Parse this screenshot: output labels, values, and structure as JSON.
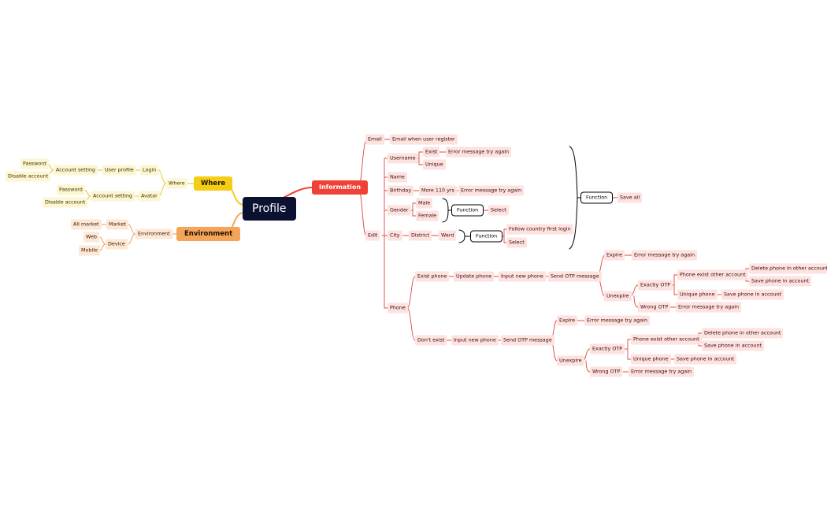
{
  "root": "Profile",
  "branches": {
    "information": "Information",
    "where": "Where",
    "environment": "Environment"
  },
  "information": {
    "email": "Email",
    "email_desc": "Email when user register",
    "edit": "Edit",
    "username": "Username",
    "exist": "Exist",
    "exist_error": "Error message try again",
    "unique": "Unique",
    "name": "Name",
    "birthday": "Birthday",
    "more_110": "More 110 yrs",
    "birthday_error": "Error message try again",
    "gender": "Gender",
    "male": "Male",
    "female": "Female",
    "gender_function": "Function",
    "gender_select": "Select",
    "city": "City",
    "district": "District",
    "ward": "Ward",
    "city_function": "Function",
    "follow_country": "Follow country first login",
    "city_select": "Select",
    "edit_function": "Function",
    "save_all": "Save all",
    "phone": "Phone",
    "exist_phone": {
      "label": "Exist phone",
      "update_phone": "Update phone",
      "input_new_phone": "Input new phone",
      "send_otp": "Send OTP message",
      "expire": "Expire",
      "expire_error": "Error message try again",
      "unexpire": "Unexpire",
      "exactly_otp": "Exactly OTP",
      "phone_exist_other": "Phone exist other account",
      "delete_phone": "Delete phone in other account",
      "save_phone_1": "Save phone in account",
      "unique_phone": "Unique phone",
      "save_phone_2": "Save phone in account",
      "wrong_otp": "Wrong OTP",
      "wrong_error": "Error message try again"
    },
    "dont_exist": {
      "label": "Don't exist",
      "input_new_phone": "Input new phone",
      "send_otp": "Send OTP message",
      "expire": "Expire",
      "expire_error": "Error message try again",
      "unexpire": "Unexpire",
      "exactly_otp": "Exactly OTP",
      "phone_exist_other": "Phone exist other account",
      "delete_phone": "Delete phone in other account",
      "save_phone_1": "Save phone in account",
      "unique_phone": "Unique phone",
      "save_phone_2": "Save phone in account",
      "wrong_otp": "Wrong OTP",
      "wrong_error": "Error message try again"
    }
  },
  "where": {
    "where_node": "Where",
    "login": "Login",
    "user_profile": "User profile",
    "account_setting_1": "Account setting",
    "password_1": "Password",
    "disable_1": "Disable account",
    "avatar": "Avatar",
    "account_setting_2": "Account setting",
    "password_2": "Password",
    "disable_2": "Disable account"
  },
  "environment": {
    "environment_node": "Environment",
    "market": "Market",
    "all_market": "All market",
    "device": "Device",
    "web": "Web",
    "mobile": "Mobile"
  },
  "colors": {
    "information": "#ef4136",
    "where": "#f6cd15",
    "environment": "#f4a55a",
    "root": "#0b1130"
  }
}
